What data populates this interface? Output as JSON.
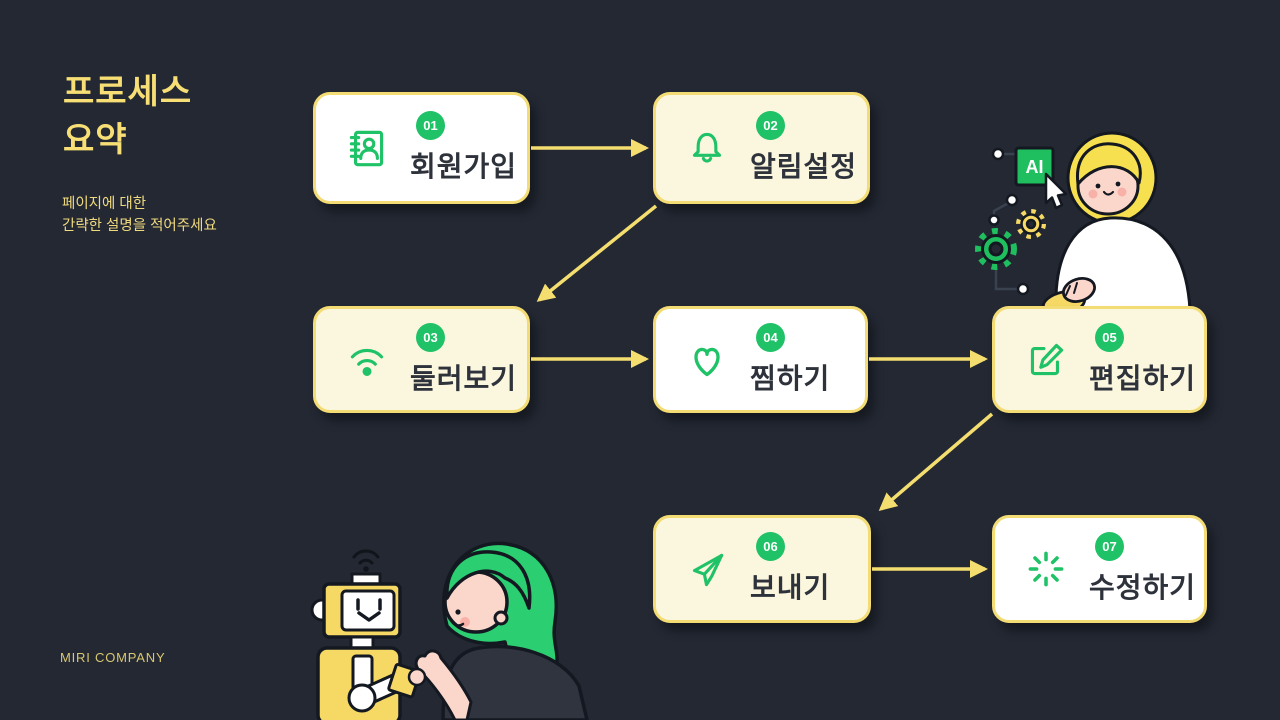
{
  "slide": {
    "title_line1": "프로세스",
    "title_line2": "요약",
    "subtitle_line1": "페이지에 대한",
    "subtitle_line2": "간략한 설명을 적어주세요",
    "footer": "MIRI COMPANY"
  },
  "steps": [
    {
      "number": "01",
      "label": "회원가입",
      "icon": "contact-book-icon",
      "background": "white"
    },
    {
      "number": "02",
      "label": "알림설정",
      "icon": "bell-icon",
      "background": "cream"
    },
    {
      "number": "03",
      "label": "둘러보기",
      "icon": "wifi-icon",
      "background": "cream"
    },
    {
      "number": "04",
      "label": "찜하기",
      "icon": "heart-icon",
      "background": "white"
    },
    {
      "number": "05",
      "label": "편집하기",
      "icon": "edit-icon",
      "background": "cream"
    },
    {
      "number": "06",
      "label": "보내기",
      "icon": "paper-plane-icon",
      "background": "cream"
    },
    {
      "number": "07",
      "label": "수정하기",
      "icon": "spinner-icon",
      "background": "white"
    }
  ],
  "illustrations": {
    "ai_badge": "AI",
    "top_right": "blonde person using computer mouse with AI cursor and gears",
    "bottom_left": "yellow robot with wifi antenna shaking hands with green-haired person"
  },
  "colors": {
    "background": "#232833",
    "card_border": "#F3DC74",
    "arrow": "#F5DE70",
    "green": "#1FC267",
    "card_cream": "#FBF6DE",
    "card_white": "#FFFFFF",
    "title_yellow": "#F7DF75",
    "label_dark": "#2E323B"
  }
}
